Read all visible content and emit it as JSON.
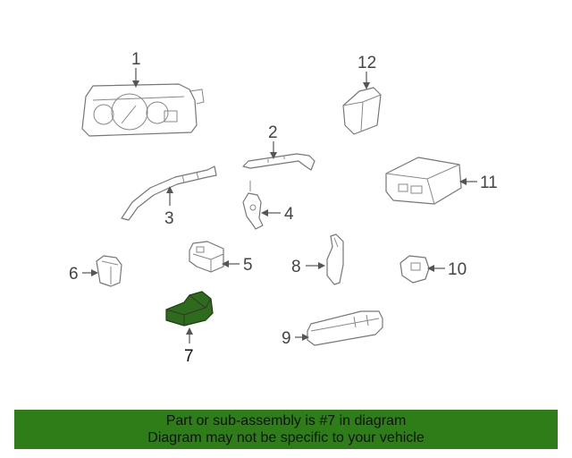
{
  "callouts": [
    {
      "id": "1",
      "label": "1"
    },
    {
      "id": "2",
      "label": "2"
    },
    {
      "id": "3",
      "label": "3"
    },
    {
      "id": "4",
      "label": "4"
    },
    {
      "id": "5",
      "label": "5"
    },
    {
      "id": "6",
      "label": "6"
    },
    {
      "id": "7",
      "label": "7"
    },
    {
      "id": "8",
      "label": "8"
    },
    {
      "id": "9",
      "label": "9"
    },
    {
      "id": "10",
      "label": "10"
    },
    {
      "id": "11",
      "label": "11"
    },
    {
      "id": "12",
      "label": "12"
    }
  ],
  "highlight_part": "7",
  "colors": {
    "highlight_fill": "#2e6b1c",
    "banner_bg": "#2e7d18",
    "part_stroke": "#777777"
  },
  "banner": {
    "line1": "Part or sub-assembly is #7 in diagram",
    "line2": "Diagram may not be specific to your vehicle"
  }
}
